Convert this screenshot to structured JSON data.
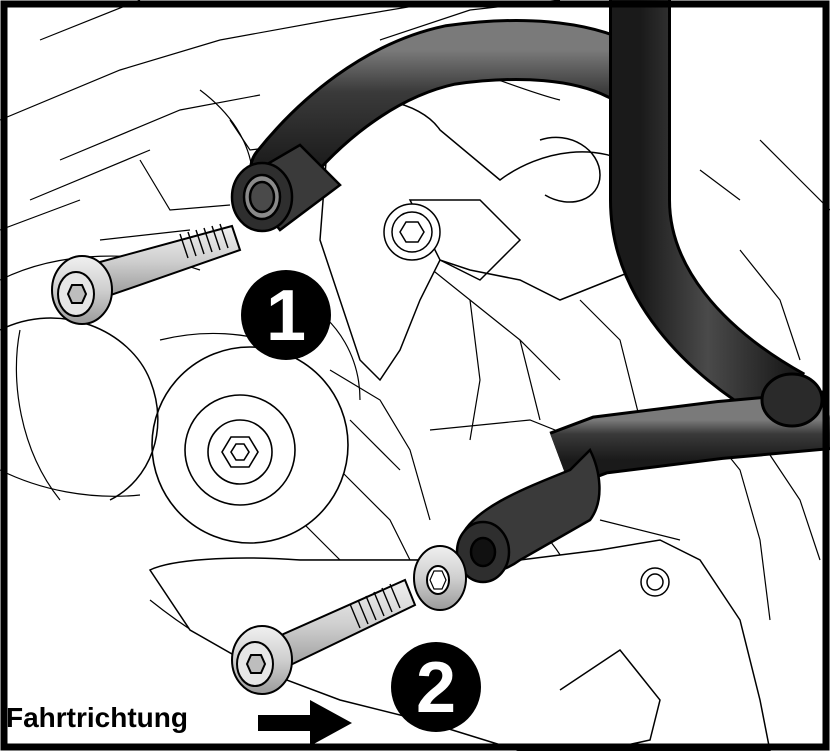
{
  "callouts": [
    {
      "number": "1"
    },
    {
      "number": "2"
    }
  ],
  "direction_label": "Fahrtrichtung",
  "colors": {
    "line": "#000000",
    "background": "#ffffff",
    "tube_dark": "#2b2b2b",
    "tube_mid": "#555555",
    "bolt_light": "#d9d9d9",
    "bolt_mid": "#a8a8a8"
  }
}
